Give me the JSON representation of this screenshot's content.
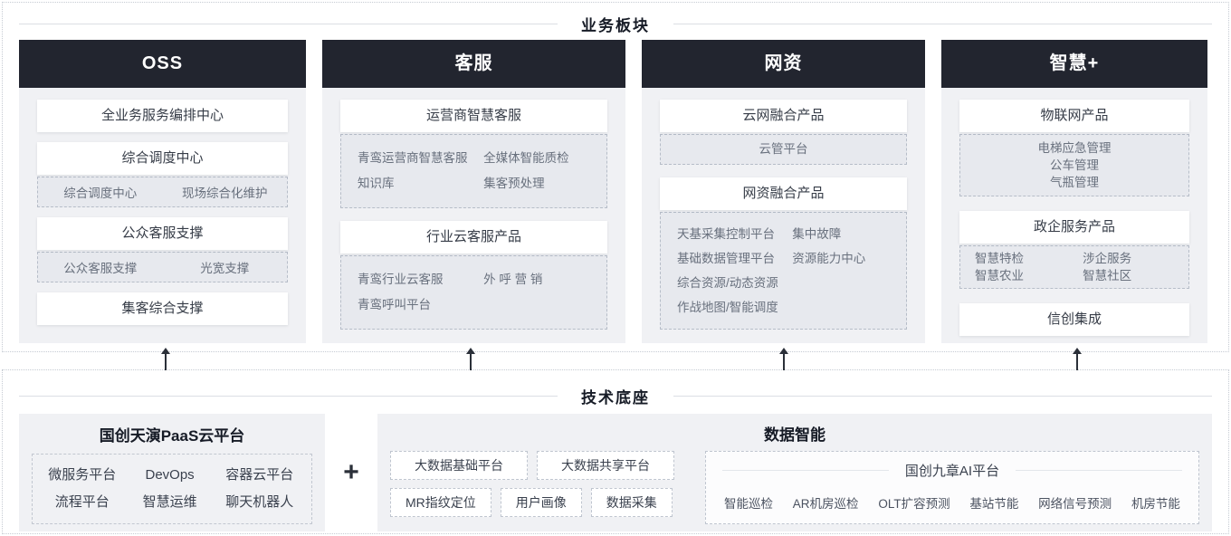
{
  "colors": {
    "header_bg": "#22252f",
    "panel_bg": "#f0f1f4",
    "sub_bg": "#e7e9ee",
    "arrow": "#2b3039"
  },
  "business_section": {
    "title": "业务板块",
    "columns": [
      {
        "header": "OSS",
        "items": [
          {
            "label": "全业务服务编排中心",
            "corner": false
          },
          {
            "label": "综合调度中心",
            "corner": true,
            "children": {
              "layout": "row",
              "items": [
                "综合调度中心",
                "现场综合化维护"
              ]
            }
          },
          {
            "label": "公众客服支撑",
            "corner": true,
            "children": {
              "layout": "row",
              "items": [
                "公众客服支撑",
                "光宽支撑"
              ]
            }
          },
          {
            "label": "集客综合支撑",
            "corner": false
          }
        ]
      },
      {
        "header": "客服",
        "items": [
          {
            "label": "运营商智慧客服",
            "corner": true,
            "children": {
              "layout": "cols",
              "left": [
                "青鸾运营商智慧客服",
                "知识库"
              ],
              "right": [
                "全媒体智能质检",
                "集客预处理"
              ]
            }
          },
          {
            "label": "行业云客服产品",
            "corner": true,
            "children": {
              "layout": "cols",
              "left": [
                "青鸾行业云客服",
                "青鸾呼叫平台"
              ],
              "right": [
                "外 呼 营 销"
              ]
            }
          }
        ]
      },
      {
        "header": "网资",
        "items": [
          {
            "label": "云网融合产品",
            "corner": true,
            "children": {
              "layout": "center",
              "items": [
                "云管平台"
              ]
            }
          },
          {
            "label": "网资融合产品",
            "corner": true,
            "children": {
              "layout": "cols",
              "left": [
                "天基采集控制平台",
                "基础数据管理平台",
                "综合资源/动态资源",
                "作战地图/智能调度"
              ],
              "right": [
                "集中故障",
                "资源能力中心"
              ]
            }
          }
        ]
      },
      {
        "header": "智慧+",
        "items": [
          {
            "label": "物联网产品",
            "corner": true,
            "children": {
              "layout": "center",
              "items": [
                "电梯应急管理",
                "公车管理",
                "气瓶管理"
              ]
            }
          },
          {
            "label": "政企服务产品",
            "corner": true,
            "children": {
              "layout": "cols",
              "left": [
                "智慧特检",
                "智慧农业"
              ],
              "right": [
                "涉企服务",
                "智慧社区"
              ]
            }
          },
          {
            "label": "信创集成",
            "corner": false
          }
        ]
      }
    ]
  },
  "tech_section": {
    "title": "技术底座",
    "plus_sign": "+",
    "paas": {
      "title": "国创天演PaaS云平台",
      "items": [
        "微服务平台",
        "DevOps",
        "容器云平台",
        "流程平台",
        "智慧运维",
        "聊天机器人"
      ]
    },
    "data_intel": {
      "title": "数据智能",
      "chips": [
        "大数据基础平台",
        "大数据共享平台",
        "MR指纹定位",
        "用户画像",
        "数据采集"
      ],
      "ai_platform": {
        "title": "国创九章AI平台",
        "items": [
          "智能巡检",
          "AR机房巡检",
          "OLT扩容预测",
          "基站节能",
          "网络信号预测",
          "机房节能"
        ]
      }
    }
  }
}
